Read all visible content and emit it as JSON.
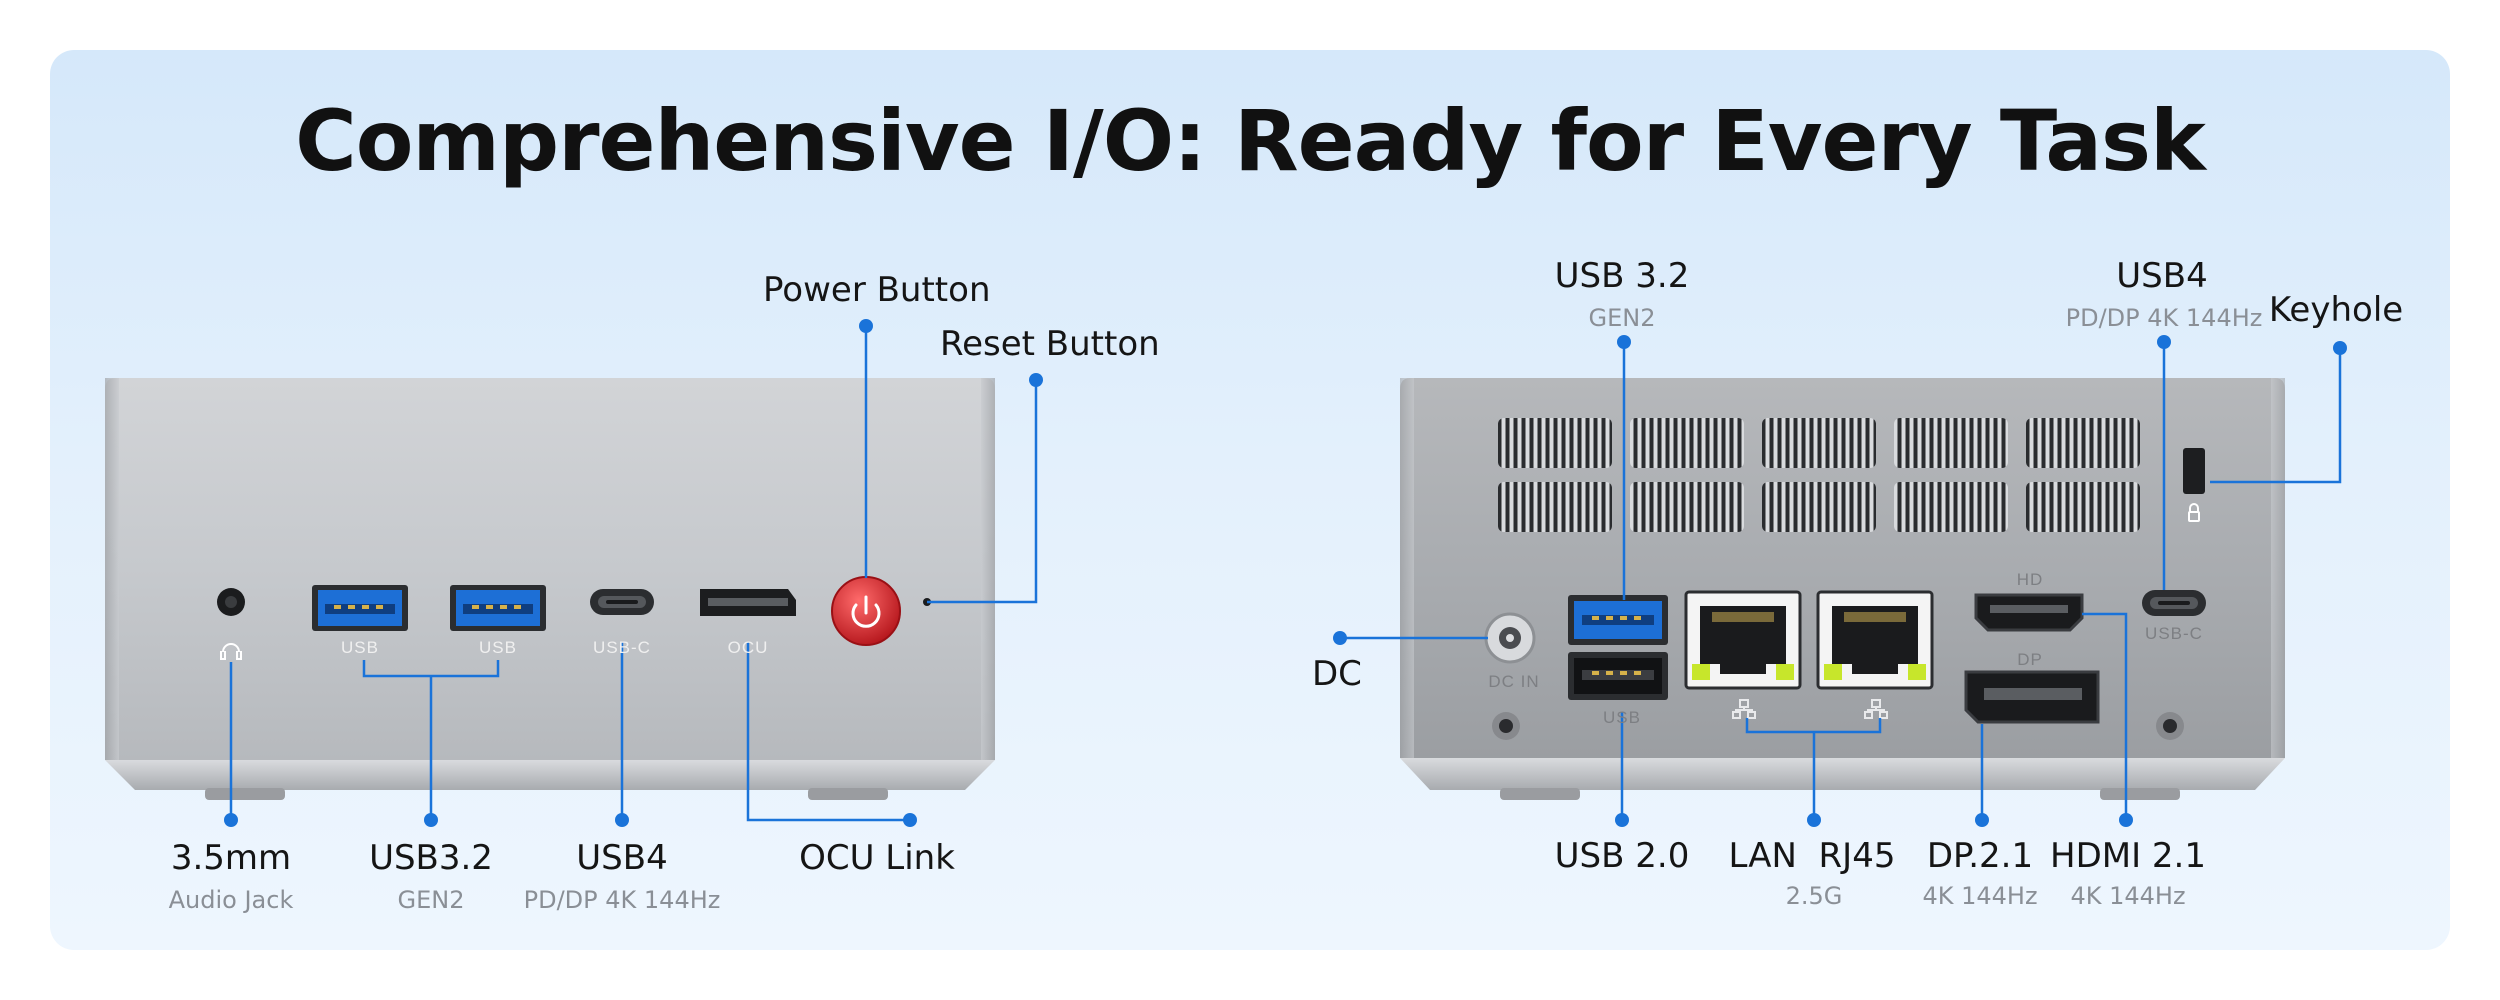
{
  "title": "Comprehensive I/O: Ready for Every Task",
  "front": {
    "callouts": {
      "power": "Power Button",
      "reset": "Reset Button",
      "audio": {
        "title": "3.5mm",
        "sub": "Audio Jack"
      },
      "usb32": {
        "title": "USB3.2",
        "sub": "GEN2"
      },
      "usb4": {
        "title": "USB4",
        "sub": "PD/DP 4K 144Hz"
      },
      "ocu": {
        "title": "OCU Link"
      }
    },
    "port_labels": {
      "usb_a": "USB",
      "usb_b": "USB",
      "usbc": "USB-C",
      "ocu": "OCU"
    }
  },
  "rear": {
    "callouts": {
      "usb32": {
        "title": "USB 3.2",
        "sub": "GEN2"
      },
      "usb4": {
        "title": "USB4",
        "sub": "PD/DP 4K 144Hz"
      },
      "keyhole": "Keyhole",
      "dc": "DC",
      "usb20": "USB 2.0",
      "lan": {
        "title": "LAN  RJ45",
        "sub": "2.5G"
      },
      "dp": {
        "title": "DP.2.1",
        "sub": "4K 144Hz"
      },
      "hdmi": {
        "title": "HDMI 2.1",
        "sub": "4K 144Hz"
      }
    },
    "port_labels": {
      "dcin": "DC IN",
      "usb": "USB",
      "hd": "HD",
      "dp": "DP",
      "usbc": "USB-C"
    }
  },
  "colors": {
    "accent": "#1a73d9",
    "power": "#d8262b",
    "chassis": "#c9ccd0"
  }
}
